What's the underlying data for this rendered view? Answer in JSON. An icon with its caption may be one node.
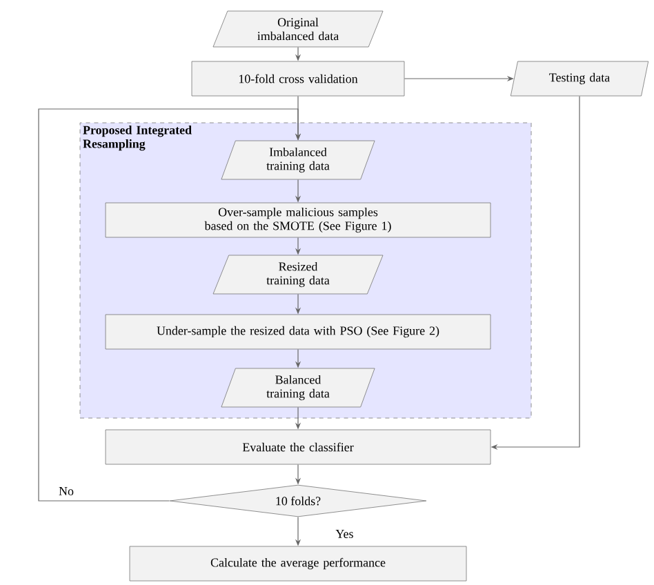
{
  "diagram": {
    "nodes": [
      {
        "text": [
          "Original imbalanced data"
        ]
      },
      {
        "text": [
          "10-fold cross validation"
        ]
      },
      {
        "text": [
          "Testing data"
        ]
      },
      {
        "text": [
          "Proposed Integrated Resampling"
        ]
      },
      {
        "text": [
          "Imbalanced training data"
        ],
        "in": 3
      },
      {
        "text": [
          "Over-sample malicious samples based on the SMOTE (See Figure 1)"
        ],
        "in": 3
      },
      {
        "text": [
          "Resized training data"
        ],
        "in": 3
      },
      {
        "text": [
          "Under-sample the resized data with PSO (See Figure 2)"
        ],
        "in": 3
      },
      {
        "text": [
          "Balanced training data"
        ],
        "in": 3
      },
      {
        "text": [
          "Evaluate the classifier"
        ]
      },
      {
        "text": [
          "10 folds?"
        ]
      },
      {
        "text": [
          "Calculate the average performance"
        ]
      }
    ],
    "edges": [
      {
        "from": 0,
        "to": 1,
        "arrow": "to"
      },
      {
        "from": 1,
        "to": 2,
        "arrow": "to"
      },
      {
        "from": 1,
        "to": 4,
        "arrow": "to"
      },
      {
        "from": 4,
        "to": 5,
        "arrow": "to"
      },
      {
        "from": 5,
        "to": 6,
        "arrow": "to"
      },
      {
        "from": 6,
        "to": 7,
        "arrow": "to"
      },
      {
        "from": 7,
        "to": 8,
        "arrow": "to"
      },
      {
        "from": 8,
        "to": 9,
        "arrow": "to"
      },
      {
        "from": 2,
        "to": 9,
        "arrow": "to"
      },
      {
        "from": 9,
        "to": 10,
        "arrow": "to"
      },
      {
        "from": 10,
        "to": 11,
        "arrow": "to",
        "label": "Yes"
      },
      {
        "from": 10,
        "to": 4,
        "arrow": "to",
        "label": "No"
      }
    ]
  }
}
